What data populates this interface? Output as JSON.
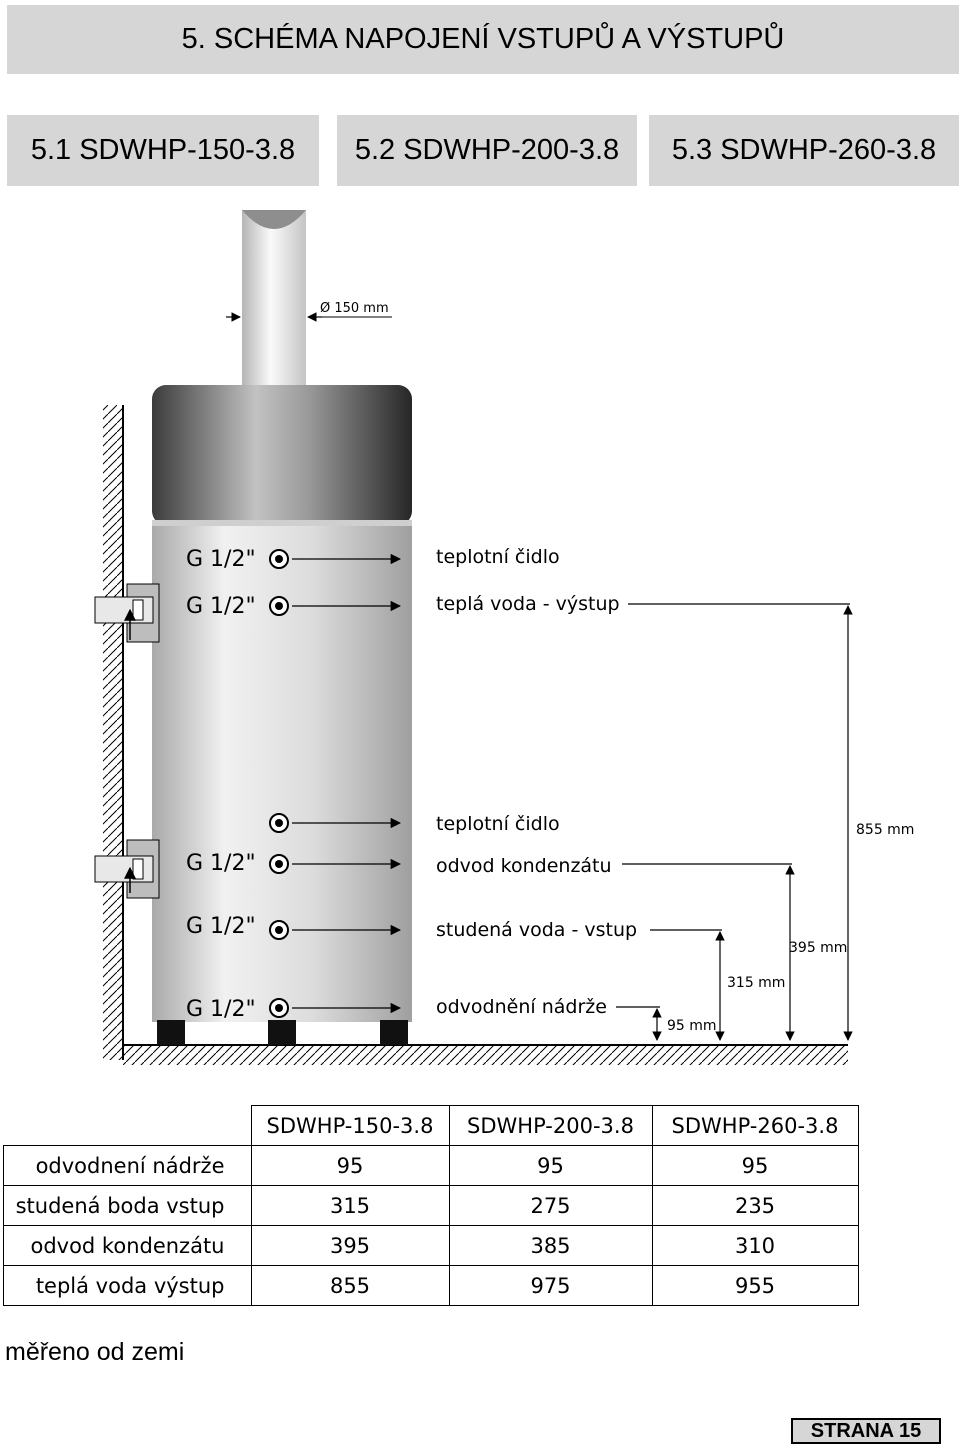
{
  "header": {
    "title": "5. SCHÉMA NAPOJENÍ VSTUPŮ A VÝSTUPŮ"
  },
  "tabs": [
    "5.1 SDWHP-150-3.8",
    "5.2 SDWHP-200-3.8",
    "5.3 SDWHP-260-3.8"
  ],
  "diagram": {
    "pipe_diameter": "Ø 150 mm",
    "fitting_label": "G 1/2\"",
    "labels": {
      "sensor_top": "teplotní čidlo",
      "hot_out": "teplá voda - výstup",
      "sensor_bottom": "teplotní čidlo",
      "condensate": "odvod kondenzátu",
      "cold_in": "studená voda - vstup",
      "drain": "odvodnění nádrže"
    },
    "dimensions": {
      "d855": "855 mm",
      "d395": "395 mm",
      "d315": "315 mm",
      "d95": "95 mm"
    }
  },
  "table": {
    "headers": [
      "SDWHP-150-3.8",
      "SDWHP-200-3.8",
      "SDWHP-260-3.8"
    ],
    "rows": [
      {
        "label": "odvodnení nádrže",
        "values": [
          "95",
          "95",
          "95"
        ]
      },
      {
        "label": "studená boda vstup",
        "values": [
          "315",
          "275",
          "235"
        ]
      },
      {
        "label": "odvod kondenzátu",
        "values": [
          "395",
          "385",
          "310"
        ]
      },
      {
        "label": "teplá voda výstup",
        "values": [
          "855",
          "975",
          "955"
        ]
      }
    ]
  },
  "note": "měřeno od zemi",
  "footer": {
    "page": "STRANA 15"
  }
}
